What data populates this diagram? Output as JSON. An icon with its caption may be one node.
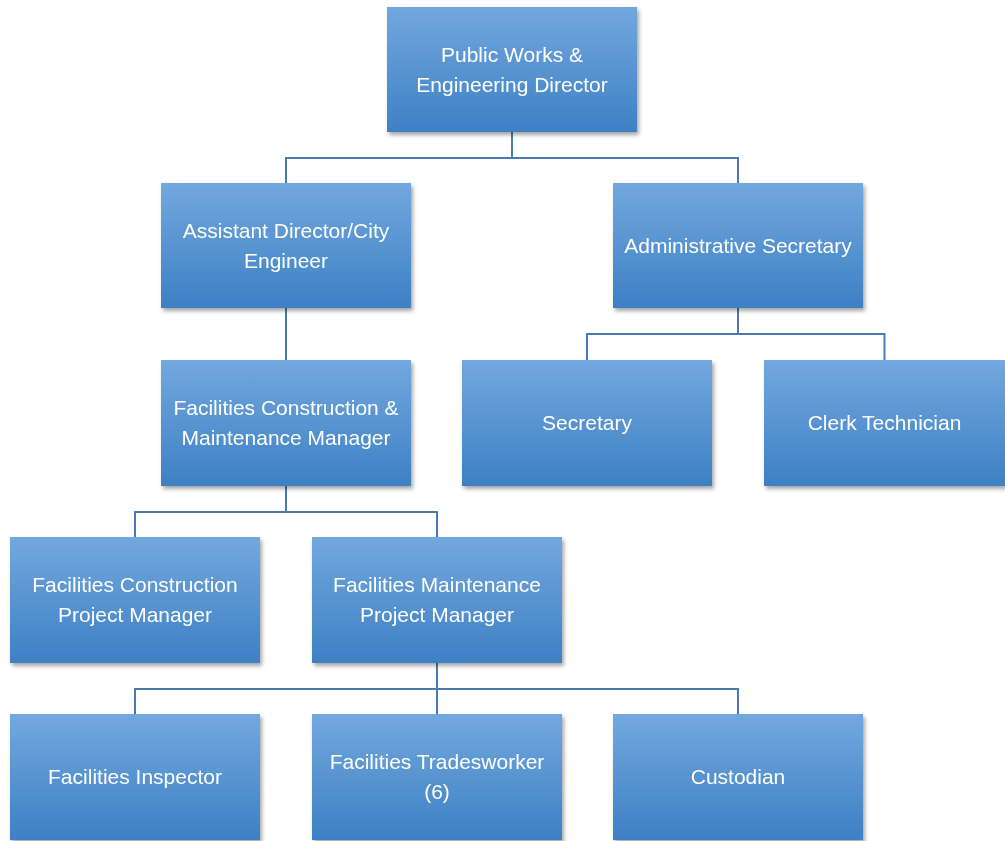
{
  "diagram": {
    "nodes": [
      {
        "text": [
          "Public Works & Engineering Director"
        ]
      },
      {
        "text": [
          "Assistant Director/City Engineer"
        ]
      },
      {
        "text": [
          "Administrative Secretary"
        ]
      },
      {
        "text": [
          "Facilities Construction & Maintenance Manager"
        ]
      },
      {
        "text": [
          "Secretary"
        ]
      },
      {
        "text": [
          "Clerk Technician"
        ]
      },
      {
        "text": [
          "Facilities Construction Project Manager"
        ]
      },
      {
        "text": [
          "Facilities Maintenance Project Manager"
        ]
      },
      {
        "text": [
          "Facilities Inspector"
        ]
      },
      {
        "text": [
          "Facilities Tradesworker (6)"
        ]
      },
      {
        "text": [
          "Custodian"
        ]
      }
    ],
    "edges": [
      {
        "from": 0,
        "to": 1,
        "arrow": "none"
      },
      {
        "from": 0,
        "to": 2,
        "arrow": "none"
      },
      {
        "from": 1,
        "to": 3,
        "arrow": "none"
      },
      {
        "from": 2,
        "to": 4,
        "arrow": "none"
      },
      {
        "from": 2,
        "to": 5,
        "arrow": "none"
      },
      {
        "from": 3,
        "to": 6,
        "arrow": "none"
      },
      {
        "from": 3,
        "to": 7,
        "arrow": "none"
      },
      {
        "from": 7,
        "to": 8,
        "arrow": "none"
      },
      {
        "from": 7,
        "to": 9,
        "arrow": "none"
      },
      {
        "from": 7,
        "to": 10,
        "arrow": "none"
      }
    ]
  }
}
